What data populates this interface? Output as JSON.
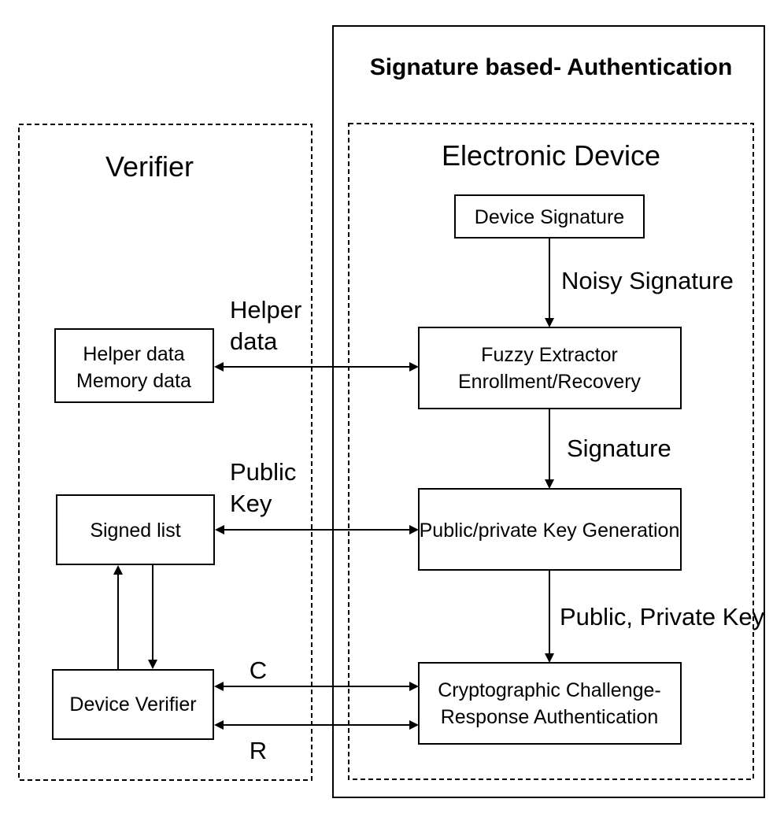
{
  "title": "Signature based- Authentication",
  "verifier": {
    "label": "Verifier",
    "helper_box": [
      "Helper data",
      "Memory data"
    ],
    "signed_list": "Signed list",
    "device_verifier": "Device Verifier"
  },
  "device": {
    "label": "Electronic Device",
    "device_signature": "Device Signature",
    "fuzzy_extractor": [
      "Fuzzy Extractor",
      "Enrollment/Recovery"
    ],
    "key_generation": "Public/private Key Generation",
    "crypto_auth": [
      "Cryptographic Challenge-",
      "Response Authentication"
    ]
  },
  "edges": {
    "noisy_signature": "Noisy Signature",
    "signature": "Signature",
    "public_private_key": "Public, Private Key",
    "helper_data": [
      "Helper",
      "data"
    ],
    "public_key": [
      "Public",
      "Key"
    ],
    "challenge": "C",
    "response": "R"
  }
}
